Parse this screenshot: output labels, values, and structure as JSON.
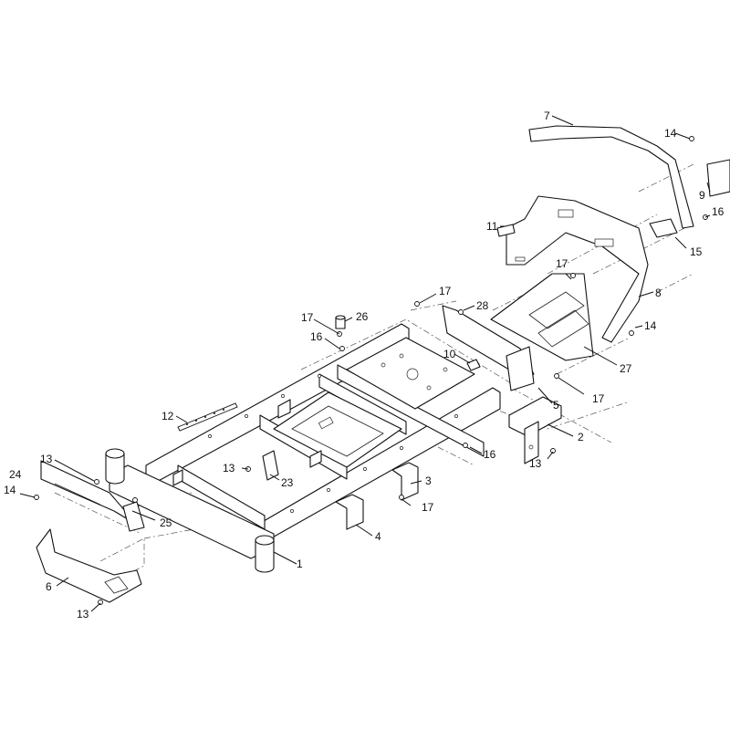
{
  "callouts": [
    {
      "id": "c1",
      "label": "1"
    },
    {
      "id": "c2",
      "label": "2"
    },
    {
      "id": "c3",
      "label": "3"
    },
    {
      "id": "c4",
      "label": "4"
    },
    {
      "id": "c5",
      "label": "5"
    },
    {
      "id": "c6",
      "label": "6"
    },
    {
      "id": "c7",
      "label": "7"
    },
    {
      "id": "c8",
      "label": "8"
    },
    {
      "id": "c9",
      "label": "9"
    },
    {
      "id": "c10",
      "label": "10"
    },
    {
      "id": "c11",
      "label": "11"
    },
    {
      "id": "c12",
      "label": "12"
    },
    {
      "id": "c13a",
      "label": "13"
    },
    {
      "id": "c13b",
      "label": "13"
    },
    {
      "id": "c13c",
      "label": "13"
    },
    {
      "id": "c13d",
      "label": "13"
    },
    {
      "id": "c14a",
      "label": "14"
    },
    {
      "id": "c14b",
      "label": "14"
    },
    {
      "id": "c14c",
      "label": "14"
    },
    {
      "id": "c15",
      "label": "15"
    },
    {
      "id": "c16a",
      "label": "16"
    },
    {
      "id": "c16b",
      "label": "16"
    },
    {
      "id": "c16c",
      "label": "16"
    },
    {
      "id": "c17a",
      "label": "17"
    },
    {
      "id": "c17b",
      "label": "17"
    },
    {
      "id": "c17c",
      "label": "17"
    },
    {
      "id": "c17d",
      "label": "17"
    },
    {
      "id": "c17e",
      "label": "17"
    },
    {
      "id": "c23",
      "label": "23"
    },
    {
      "id": "c24",
      "label": "24"
    },
    {
      "id": "c25",
      "label": "25"
    },
    {
      "id": "c26",
      "label": "26"
    },
    {
      "id": "c27",
      "label": "27"
    },
    {
      "id": "c28",
      "label": "28"
    }
  ]
}
